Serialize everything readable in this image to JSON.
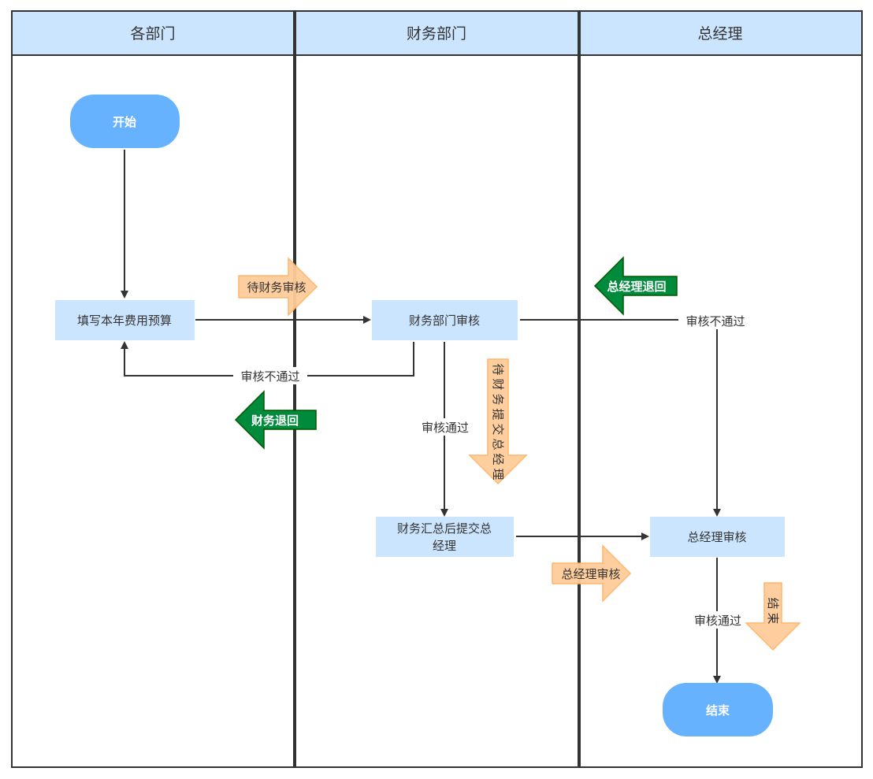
{
  "colors": {
    "lane_header": "#cce5ff",
    "lane_border": "#333333",
    "process_fill": "#cce5ff",
    "terminal_fill": "#66b2ff",
    "edge": "#333333",
    "orange_arrow_fill": "#ffcc99",
    "orange_arrow_stroke": "#ffb366",
    "green_arrow_fill": "#008a3c",
    "green_arrow_stroke": "#005700"
  },
  "lanes": [
    {
      "title": "各部门"
    },
    {
      "title": "财务部门"
    },
    {
      "title": "总经理"
    }
  ],
  "nodes": {
    "start": "开始",
    "fill_budget": "填写本年费用预算",
    "finance_review": "财务部门审核",
    "finance_submit_line1": "财务汇总后提交总",
    "finance_submit_line2": "经理",
    "gm_review": "总经理审核",
    "end": "结束"
  },
  "edge_labels": {
    "finance_reject": "审核不通过",
    "finance_pass": "审核通过",
    "gm_reject": "审核不通过",
    "gm_pass": "审核通过"
  },
  "status_arrows": {
    "pending_finance_review": "待财务审核",
    "finance_returned": "财务退回",
    "gm_returned": "总经理退回",
    "pending_finance_submit_gm": [
      "待",
      "财",
      "务",
      "提",
      "交",
      "总",
      "经",
      "理"
    ],
    "gm_reviewing": "总经理审核",
    "finished": [
      "结",
      "束"
    ]
  }
}
